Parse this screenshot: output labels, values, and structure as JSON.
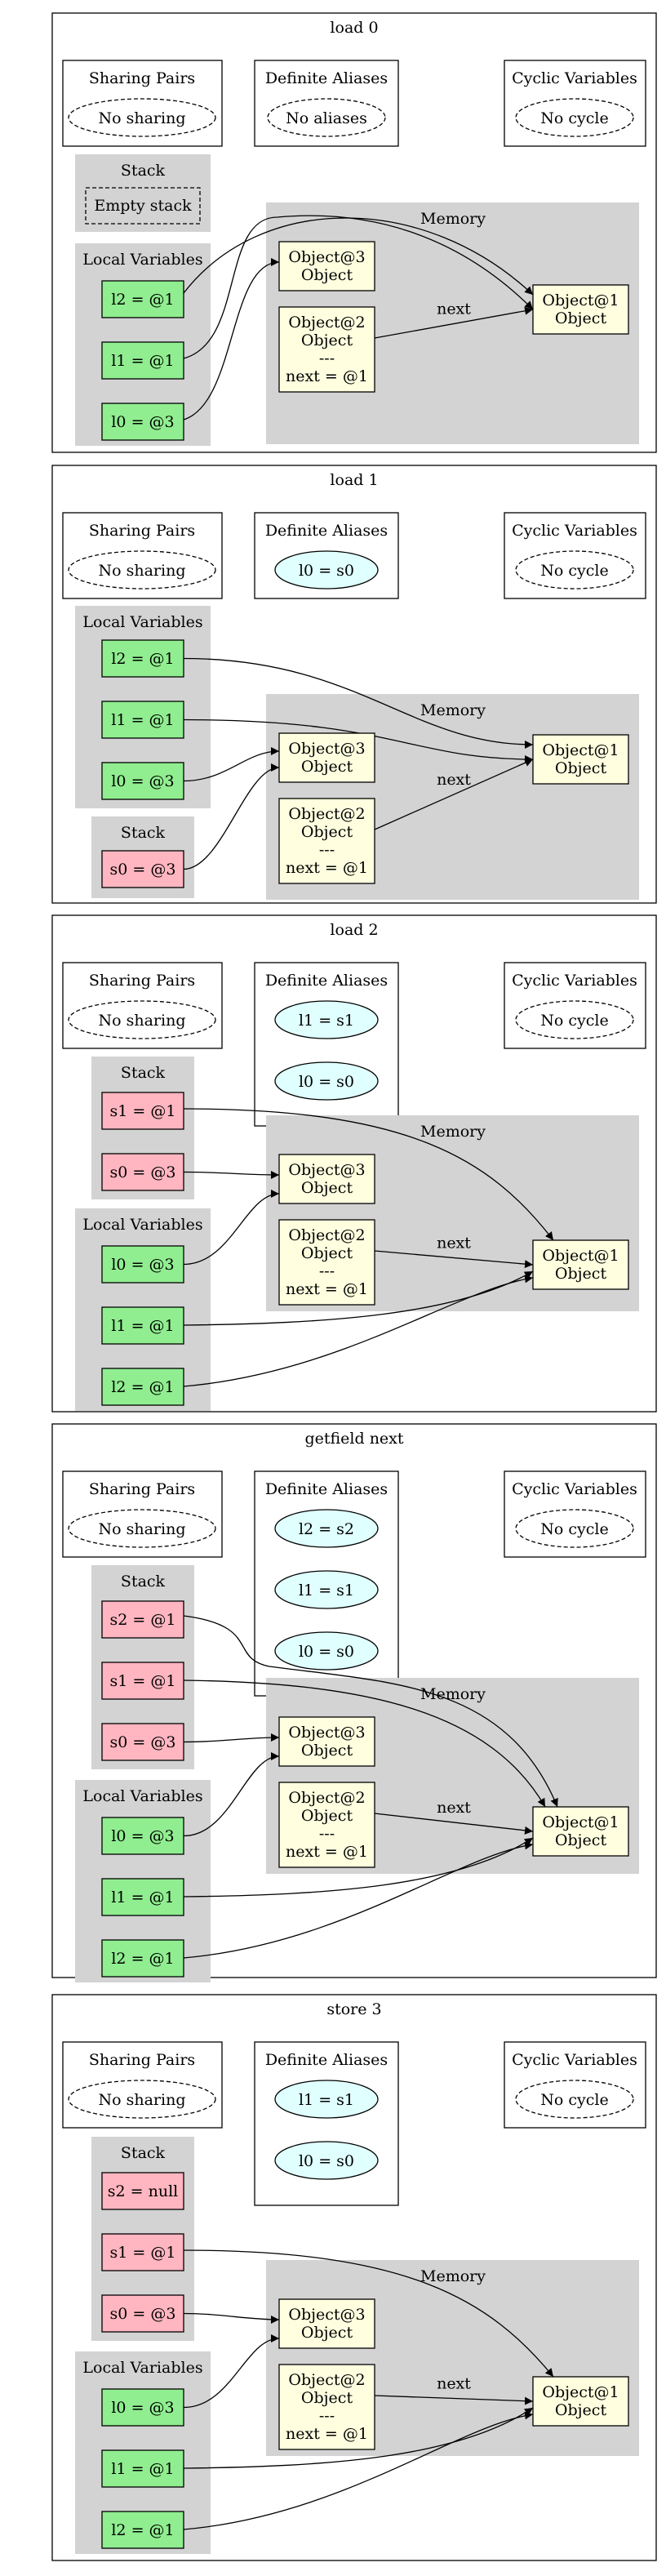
{
  "colors": {
    "stack_node": "#ffb6c1",
    "local_node": "#90ee90",
    "memory_node": "#ffffe0",
    "alias_ellipse": "#e0ffff",
    "cluster_fill": "#d3d3d3"
  },
  "panels": [
    {
      "title": "load 0",
      "sharing": {
        "title": "Sharing Pairs",
        "items": [],
        "empty": "No sharing"
      },
      "aliases": {
        "title": "Definite Aliases",
        "items": [],
        "empty": "No aliases"
      },
      "cyclic": {
        "title": "Cyclic Variables",
        "empty": "No cycle"
      },
      "stack": {
        "title": "Stack",
        "items": [],
        "empty": "Empty stack"
      },
      "locals": {
        "title": "Local Variables",
        "items": [
          "l2 = @1",
          "l1 = @1",
          "l0 = @3"
        ]
      },
      "memory": {
        "title": "Memory",
        "objects": [
          {
            "id": "o3",
            "lines": [
              "Object@3",
              "Object"
            ]
          },
          {
            "id": "o2",
            "lines": [
              "Object@2",
              "Object",
              "---",
              "next = @1"
            ]
          },
          {
            "id": "o1",
            "lines": [
              "Object@1",
              "Object"
            ]
          }
        ],
        "edge_label": "next"
      }
    },
    {
      "title": "load 1",
      "sharing": {
        "title": "Sharing Pairs",
        "items": [],
        "empty": "No sharing"
      },
      "aliases": {
        "title": "Definite Aliases",
        "items": [
          "l0 = s0"
        ]
      },
      "cyclic": {
        "title": "Cyclic Variables",
        "empty": "No cycle"
      },
      "locals": {
        "title": "Local Variables",
        "items": [
          "l2 = @1",
          "l1 = @1",
          "l0 = @3"
        ]
      },
      "stack": {
        "title": "Stack",
        "items": [
          "s0 = @3"
        ]
      },
      "memory": {
        "title": "Memory",
        "objects": [
          {
            "id": "o3",
            "lines": [
              "Object@3",
              "Object"
            ]
          },
          {
            "id": "o2",
            "lines": [
              "Object@2",
              "Object",
              "---",
              "next = @1"
            ]
          },
          {
            "id": "o1",
            "lines": [
              "Object@1",
              "Object"
            ]
          }
        ],
        "edge_label": "next"
      }
    },
    {
      "title": "load 2",
      "sharing": {
        "title": "Sharing Pairs",
        "items": [],
        "empty": "No sharing"
      },
      "aliases": {
        "title": "Definite Aliases",
        "items": [
          "l1 = s1",
          "l0 = s0"
        ]
      },
      "cyclic": {
        "title": "Cyclic Variables",
        "empty": "No cycle"
      },
      "stack": {
        "title": "Stack",
        "items": [
          "s1 = @1",
          "s0 = @3"
        ]
      },
      "locals": {
        "title": "Local Variables",
        "items": [
          "l0 = @3",
          "l1 = @1",
          "l2 = @1"
        ]
      },
      "memory": {
        "title": "Memory",
        "objects": [
          {
            "id": "o3",
            "lines": [
              "Object@3",
              "Object"
            ]
          },
          {
            "id": "o2",
            "lines": [
              "Object@2",
              "Object",
              "---",
              "next = @1"
            ]
          },
          {
            "id": "o1",
            "lines": [
              "Object@1",
              "Object"
            ]
          }
        ],
        "edge_label": "next"
      }
    },
    {
      "title": "getfield next",
      "sharing": {
        "title": "Sharing Pairs",
        "items": [],
        "empty": "No sharing"
      },
      "aliases": {
        "title": "Definite Aliases",
        "items": [
          "l2 = s2",
          "l1 = s1",
          "l0 = s0"
        ]
      },
      "cyclic": {
        "title": "Cyclic Variables",
        "empty": "No cycle"
      },
      "stack": {
        "title": "Stack",
        "items": [
          "s2 = @1",
          "s1 = @1",
          "s0 = @3"
        ]
      },
      "locals": {
        "title": "Local Variables",
        "items": [
          "l0 = @3",
          "l1 = @1",
          "l2 = @1"
        ]
      },
      "memory": {
        "title": "Memory",
        "objects": [
          {
            "id": "o3",
            "lines": [
              "Object@3",
              "Object"
            ]
          },
          {
            "id": "o2",
            "lines": [
              "Object@2",
              "Object",
              "---",
              "next = @1"
            ]
          },
          {
            "id": "o1",
            "lines": [
              "Object@1",
              "Object"
            ]
          }
        ],
        "edge_label": "next"
      }
    },
    {
      "title": "store 3",
      "sharing": {
        "title": "Sharing Pairs",
        "items": [],
        "empty": "No sharing"
      },
      "aliases": {
        "title": "Definite Aliases",
        "items": [
          "l1 = s1",
          "l0 = s0"
        ]
      },
      "cyclic": {
        "title": "Cyclic Variables",
        "empty": "No cycle"
      },
      "stack": {
        "title": "Stack",
        "items": [
          "s2 = null",
          "s1 = @1",
          "s0 = @3"
        ]
      },
      "locals": {
        "title": "Local Variables",
        "items": [
          "l0 = @3",
          "l1 = @1",
          "l2 = @1"
        ]
      },
      "memory": {
        "title": "Memory",
        "objects": [
          {
            "id": "o3",
            "lines": [
              "Object@3",
              "Object"
            ]
          },
          {
            "id": "o2",
            "lines": [
              "Object@2",
              "Object",
              "---",
              "next = @1"
            ]
          },
          {
            "id": "o1",
            "lines": [
              "Object@1",
              "Object"
            ]
          }
        ],
        "edge_label": "next"
      }
    }
  ]
}
